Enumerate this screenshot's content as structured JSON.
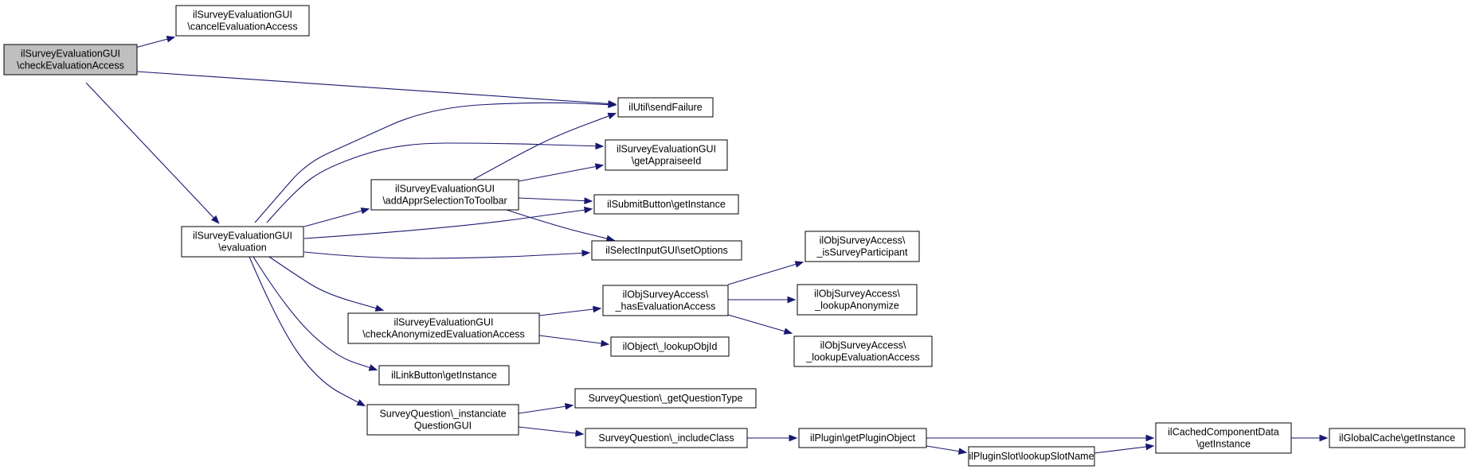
{
  "colors": {
    "edge": "#191970",
    "root_fill": "#bfbfbf",
    "node_fill": "#ffffff",
    "border": "#000000"
  },
  "nodes": {
    "check_eval_access": {
      "lines": [
        "ilSurveyEvaluationGUI",
        "\\checkEvaluationAccess"
      ],
      "root": true
    },
    "cancel_eval_access": {
      "lines": [
        "ilSurveyEvaluationGUI",
        "\\cancelEvaluationAccess"
      ]
    },
    "evaluation": {
      "lines": [
        "ilSurveyEvaluationGUI",
        "\\evaluation"
      ]
    },
    "send_failure": {
      "lines": [
        "ilUtil\\sendFailure"
      ]
    },
    "get_appraisee_id": {
      "lines": [
        "ilSurveyEvaluationGUI",
        "\\getAppraiseeId"
      ]
    },
    "add_appr_selection": {
      "lines": [
        "ilSurveyEvaluationGUI",
        "\\addApprSelectionToToolbar"
      ]
    },
    "submit_get_instance": {
      "lines": [
        "ilSubmitButton\\getInstance"
      ]
    },
    "select_set_options": {
      "lines": [
        "ilSelectInputGUI\\setOptions"
      ]
    },
    "check_anon_access": {
      "lines": [
        "ilSurveyEvaluationGUI",
        "\\checkAnonymizedEvaluationAccess"
      ]
    },
    "has_eval_access": {
      "lines": [
        "ilObjSurveyAccess\\",
        "_hasEvaluationAccess"
      ]
    },
    "is_participant": {
      "lines": [
        "ilObjSurveyAccess\\",
        "_isSurveyParticipant"
      ]
    },
    "lookup_anonymize": {
      "lines": [
        "ilObjSurveyAccess\\",
        "_lookupAnonymize"
      ]
    },
    "lookup_eval_access": {
      "lines": [
        "ilObjSurveyAccess\\",
        "_lookupEvaluationAccess"
      ]
    },
    "lookup_obj_id": {
      "lines": [
        "ilObject\\_lookupObjId"
      ]
    },
    "link_get_instance": {
      "lines": [
        "ilLinkButton\\getInstance"
      ]
    },
    "instanciate_question": {
      "lines": [
        "SurveyQuestion\\_instanciate",
        "QuestionGUI"
      ]
    },
    "get_question_type": {
      "lines": [
        "SurveyQuestion\\_getQuestionType"
      ]
    },
    "include_class": {
      "lines": [
        "SurveyQuestion\\_includeClass"
      ]
    },
    "get_plugin_object": {
      "lines": [
        "ilPlugin\\getPluginObject"
      ]
    },
    "lookup_slot_name": {
      "lines": [
        "ilPluginSlot\\lookupSlotName"
      ]
    },
    "cached_component": {
      "lines": [
        "ilCachedComponentData",
        "\\getInstance"
      ]
    },
    "global_cache": {
      "lines": [
        "ilGlobalCache\\getInstance"
      ]
    }
  },
  "edges": [
    {
      "from": "check_eval_access",
      "to": "cancel_eval_access"
    },
    {
      "from": "check_eval_access",
      "to": "send_failure"
    },
    {
      "from": "check_eval_access",
      "to": "evaluation"
    },
    {
      "from": "evaluation",
      "to": "send_failure"
    },
    {
      "from": "evaluation",
      "to": "get_appraisee_id"
    },
    {
      "from": "evaluation",
      "to": "add_appr_selection"
    },
    {
      "from": "evaluation",
      "to": "submit_get_instance"
    },
    {
      "from": "evaluation",
      "to": "select_set_options"
    },
    {
      "from": "evaluation",
      "to": "check_anon_access"
    },
    {
      "from": "evaluation",
      "to": "link_get_instance"
    },
    {
      "from": "evaluation",
      "to": "instanciate_question"
    },
    {
      "from": "add_appr_selection",
      "to": "send_failure"
    },
    {
      "from": "add_appr_selection",
      "to": "get_appraisee_id"
    },
    {
      "from": "add_appr_selection",
      "to": "submit_get_instance"
    },
    {
      "from": "add_appr_selection",
      "to": "select_set_options"
    },
    {
      "from": "check_anon_access",
      "to": "has_eval_access"
    },
    {
      "from": "check_anon_access",
      "to": "lookup_obj_id"
    },
    {
      "from": "has_eval_access",
      "to": "is_participant"
    },
    {
      "from": "has_eval_access",
      "to": "lookup_anonymize"
    },
    {
      "from": "has_eval_access",
      "to": "lookup_eval_access"
    },
    {
      "from": "instanciate_question",
      "to": "get_question_type"
    },
    {
      "from": "instanciate_question",
      "to": "include_class"
    },
    {
      "from": "include_class",
      "to": "get_plugin_object"
    },
    {
      "from": "get_plugin_object",
      "to": "cached_component"
    },
    {
      "from": "get_plugin_object",
      "to": "lookup_slot_name"
    },
    {
      "from": "lookup_slot_name",
      "to": "cached_component"
    },
    {
      "from": "cached_component",
      "to": "global_cache"
    }
  ]
}
